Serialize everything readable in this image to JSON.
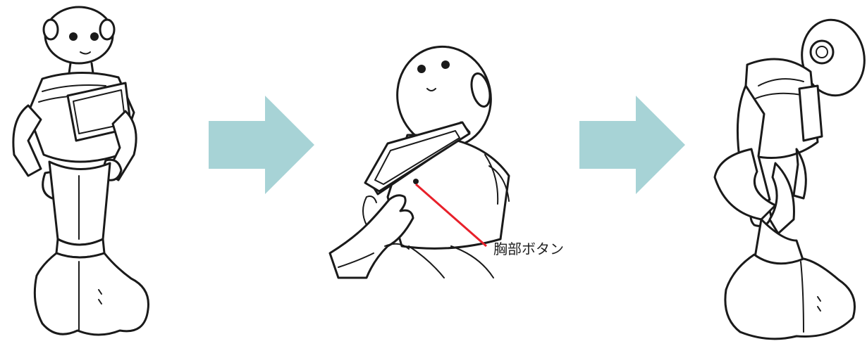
{
  "diagram": {
    "steps": [
      {
        "id": "standing-robot"
      },
      {
        "id": "press-chest-button"
      },
      {
        "id": "rest-posture-robot"
      }
    ],
    "callout": {
      "label": "胸部ボタン",
      "line_color": "#e8202a"
    },
    "arrow_color": "#a7d3d6"
  }
}
